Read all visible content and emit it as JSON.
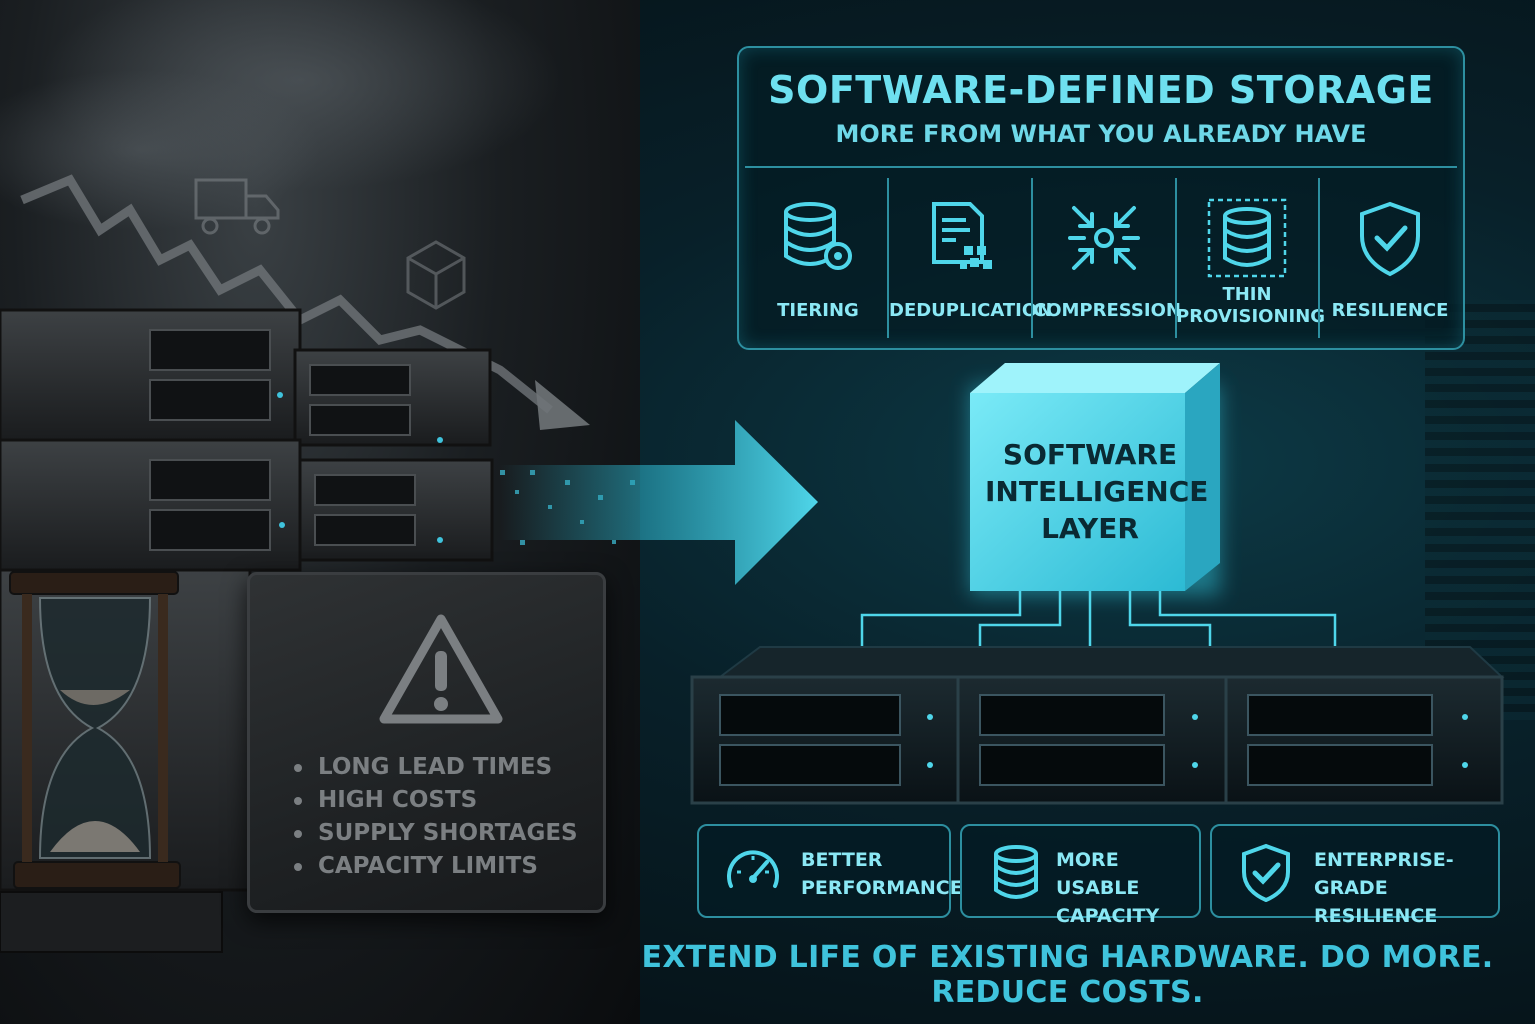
{
  "storage_panel": {
    "title": "SOFTWARE-DEFINED STORAGE",
    "subtitle": "MORE FROM WHAT YOU ALREADY HAVE",
    "features": [
      {
        "label": "TIERING",
        "icon": "database-gear-icon"
      },
      {
        "label": "DEDUPLICATION",
        "icon": "document-blocks-icon"
      },
      {
        "label": "COMPRESSION",
        "icon": "compress-arrows-icon"
      },
      {
        "label_line1": "THIN",
        "label_line2": "PROVISIONING",
        "icon": "dashed-database-icon"
      },
      {
        "label": "RESILIENCE",
        "icon": "shield-check-icon"
      }
    ]
  },
  "intelligence_layer": {
    "line1": "SOFTWARE",
    "line2": "INTELLIGENCE",
    "line3": "LAYER"
  },
  "warning_sign": {
    "icon": "warning-triangle-icon",
    "items": [
      "LONG LEAD TIMES",
      "HIGH COSTS",
      "SUPPLY SHORTAGES",
      "CAPACITY LIMITS"
    ]
  },
  "benefits": [
    {
      "line1": "BETTER",
      "line2": "PERFORMANCE",
      "icon": "speedometer-icon"
    },
    {
      "line1": "MORE USABLE",
      "line2": "CAPACITY",
      "icon": "database-icon"
    },
    {
      "line1": "ENTERPRISE-GRADE",
      "line2": "RESILIENCE",
      "icon": "shield-check-icon"
    }
  ],
  "tagline": "EXTEND LIFE OF EXISTING HARDWARE. DO MORE. REDUCE COSTS.",
  "colors": {
    "accent": "#4fd6ea",
    "panel_border": "#2d8fa0",
    "warning_text": "#7b7f82"
  }
}
